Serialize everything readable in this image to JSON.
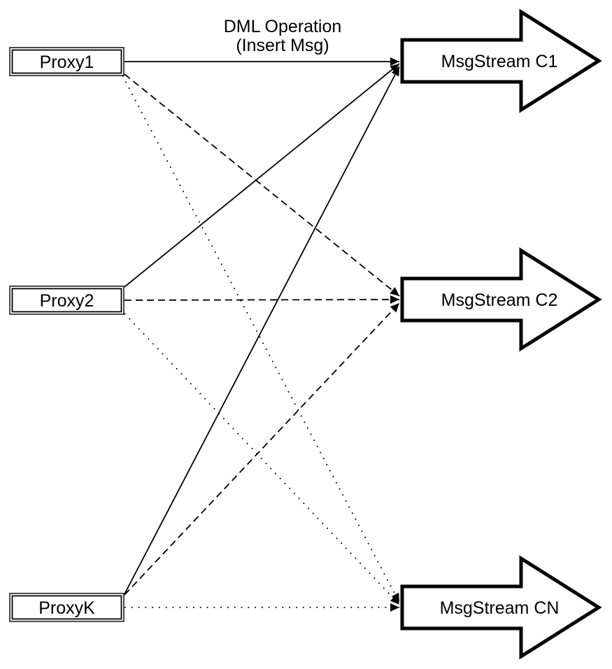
{
  "diagram": {
    "title_line1": "DML Operation",
    "title_line2": "(Insert Msg)",
    "proxies": [
      {
        "id": "proxy1",
        "label": "Proxy1"
      },
      {
        "id": "proxy2",
        "label": "Proxy2"
      },
      {
        "id": "proxyK",
        "label": "ProxyK"
      }
    ],
    "streams": [
      {
        "id": "c1",
        "label": "MsgStream C1"
      },
      {
        "id": "c2",
        "label": "MsgStream C2"
      },
      {
        "id": "cn",
        "label": "MsgStream CN"
      }
    ],
    "edges": [
      {
        "from": "Proxy1",
        "to": "MsgStream C1",
        "style": "solid"
      },
      {
        "from": "Proxy2",
        "to": "MsgStream C1",
        "style": "solid"
      },
      {
        "from": "ProxyK",
        "to": "MsgStream C1",
        "style": "solid"
      },
      {
        "from": "Proxy1",
        "to": "MsgStream C2",
        "style": "dashed"
      },
      {
        "from": "Proxy2",
        "to": "MsgStream C2",
        "style": "dashed"
      },
      {
        "from": "ProxyK",
        "to": "MsgStream C2",
        "style": "dashed"
      },
      {
        "from": "Proxy1",
        "to": "MsgStream CN",
        "style": "dotted"
      },
      {
        "from": "Proxy2",
        "to": "MsgStream CN",
        "style": "dotted"
      },
      {
        "from": "ProxyK",
        "to": "MsgStream CN",
        "style": "dotted"
      }
    ],
    "colors": {
      "stroke": "#000000",
      "fill": "#ffffff",
      "background": "#ffffff"
    }
  }
}
